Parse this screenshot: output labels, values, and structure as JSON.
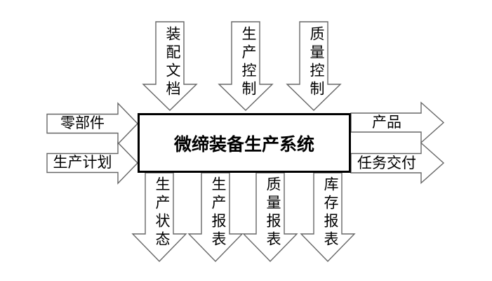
{
  "diagram": {
    "title": "微缔装备生产系统",
    "inputs_top": [
      {
        "label": "装配文档"
      },
      {
        "label": "生产控制"
      },
      {
        "label": "质量控制"
      }
    ],
    "inputs_left": [
      {
        "label": "零部件"
      },
      {
        "label": "生产计划"
      }
    ],
    "outputs_right": [
      {
        "label": "产品"
      },
      {
        "label": "任务交付"
      }
    ],
    "outputs_bottom": [
      {
        "label": "生产状态"
      },
      {
        "label": "生产报表"
      },
      {
        "label": "质量报表"
      },
      {
        "label": "库存报表"
      }
    ],
    "colors": {
      "background": "#ffffff",
      "arrow_fill": "#ffffff",
      "arrow_outline": "#666666",
      "box_border": "#000000",
      "text": "#000000"
    }
  }
}
